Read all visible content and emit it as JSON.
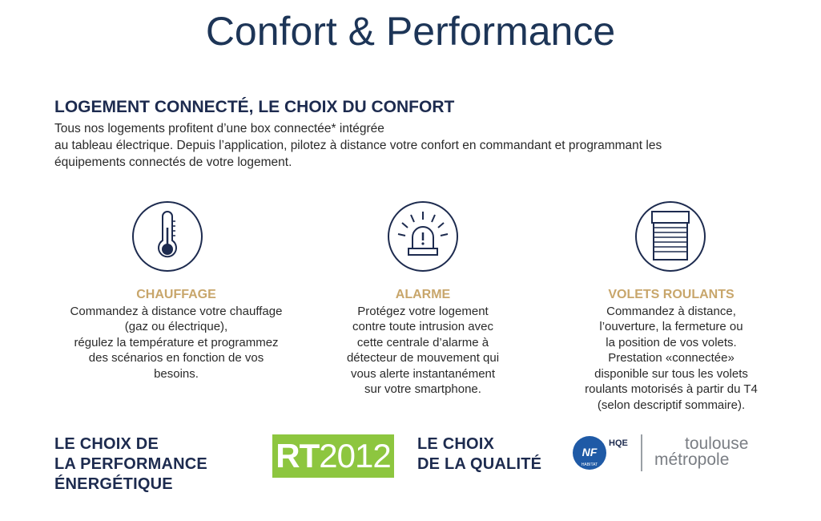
{
  "page_title": "Confort & Performance",
  "section": {
    "heading": "LOGEMENT CONNECTÉ, LE CHOIX DU CONFORT",
    "intro_lines": [
      "Tous nos logements profitent d’une box connectée* intégrée",
      "au tableau électrique. Depuis l’application, pilotez à distance votre confort en commandant et programmant les",
      "équipements connectés de votre logement."
    ]
  },
  "features": [
    {
      "icon": "thermometer-icon",
      "title": "CHAUFFAGE",
      "lines": [
        "Commandez à distance votre chauffage",
        "(gaz ou électrique),",
        "régulez la température et programmez",
        "des scénarios en fonction de vos",
        "besoins."
      ]
    },
    {
      "icon": "alarm-siren-icon",
      "title": "ALARME",
      "lines": [
        "Protégez votre logement",
        "contre toute intrusion avec",
        "cette centrale d’alarme à",
        "détecteur de mouvement qui",
        "vous alerte instantanément",
        "sur votre smartphone."
      ]
    },
    {
      "icon": "roller-shutter-icon",
      "title": "VOLETS ROULANTS",
      "lines": [
        "Commandez à distance,",
        "l’ouverture, la fermeture ou",
        "la position de vos volets.",
        "Prestation «connectée»",
        "disponible sur tous les volets",
        "roulants motorisés à partir du T4",
        "(selon descriptif sommaire)."
      ]
    }
  ],
  "bottom": {
    "performance_lines": [
      "LE CHOIX DE",
      "LA PERFORMANCE",
      "ÉNERGÉTIQUE"
    ],
    "rt_badge": {
      "prefix": "RT",
      "year": "2012",
      "color": "#8dc63f"
    },
    "quality_lines": [
      "LE CHOIX",
      "DE LA QUALITÉ"
    ],
    "nf_logo": {
      "nf": "NF",
      "hqe": "HQE",
      "sub": "HABITAT"
    },
    "toulouse_logo": {
      "line1": "toulouse",
      "line2": "métropole"
    }
  },
  "colors": {
    "navy": "#1d2b4f",
    "gold": "#c8a66b",
    "green": "#8dc63f"
  }
}
